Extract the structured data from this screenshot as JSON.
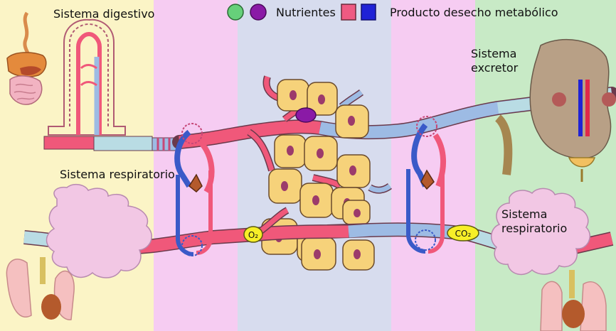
{
  "labels": {
    "digestive": "Sistema digestivo",
    "respiratory_left": "Sistema respiratorio",
    "respiratory_right": "Sistema respiratorio",
    "excretory": "Sistema excretor"
  },
  "legend": {
    "nutrients": "Nutrientes",
    "waste": "Producto desecho metabólico"
  },
  "gases": {
    "oxygen": "O₂",
    "carbon_dioxide": "CO₂"
  },
  "colors": {
    "panel_digestive": "#fbf4c6",
    "panel_pink": "#f6ccf2",
    "panel_center": "#d7dcee",
    "panel_excretory": "#c8eac6",
    "artery": "#f0587a",
    "vein": "#9dbbe4",
    "nutrient_green": "#66d07a",
    "nutrient_purple": "#8a1aa6",
    "waste_pink": "#ef5a82",
    "waste_blue": "#1f22d6",
    "cell_fill": "#f6d27a",
    "nucleus": "#9c3b6b"
  }
}
